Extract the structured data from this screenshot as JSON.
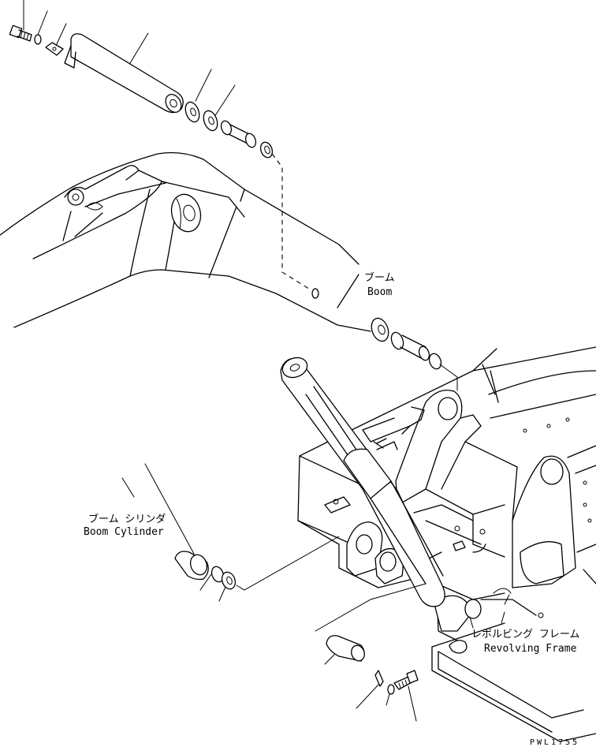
{
  "labels": {
    "boom_jp": "ブーム",
    "boom_en": "Boom",
    "boom_cylinder_jp": "ブーム シリンダ",
    "boom_cylinder_en": "Boom Cylinder",
    "revolving_frame_jp": "レボルビング フレーム",
    "revolving_frame_en": "Revolving Frame"
  },
  "drawing_code": "PWL1755"
}
